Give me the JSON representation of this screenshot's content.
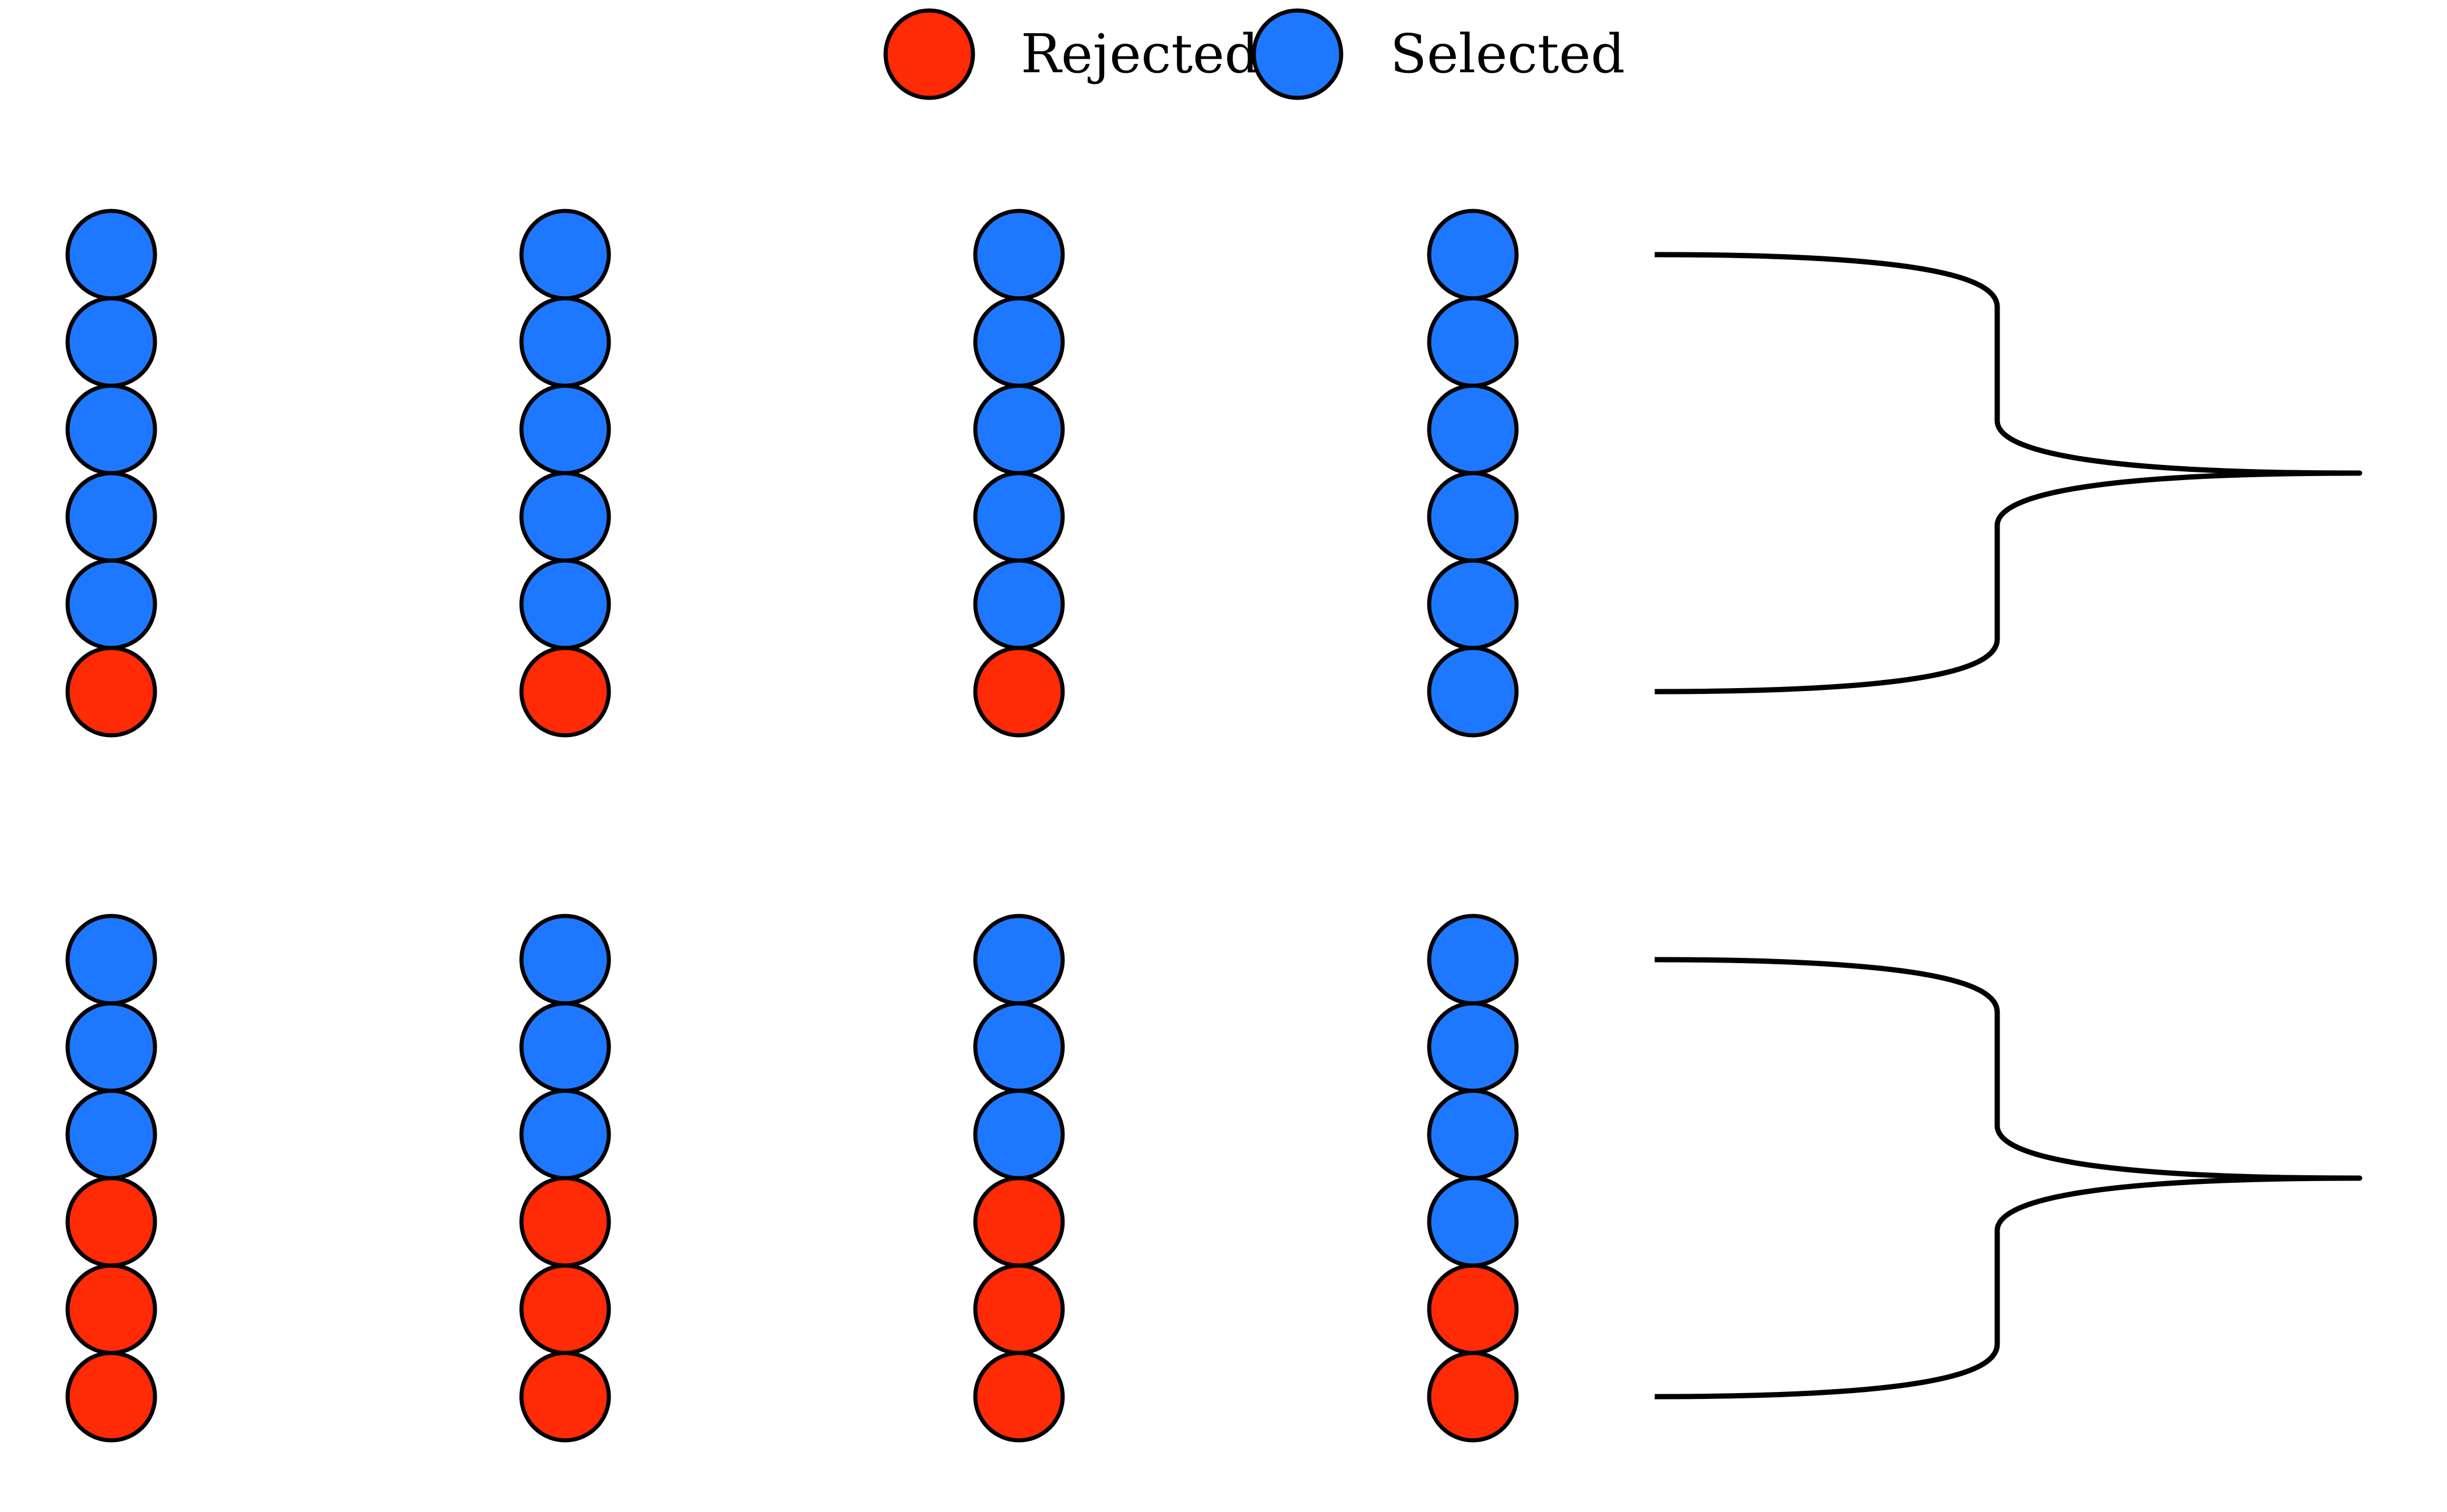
{
  "legend": {
    "items": [
      {
        "label": "Rejected",
        "status": "rejected"
      },
      {
        "label": "Selected",
        "status": "selected"
      }
    ]
  },
  "colors": {
    "rejected": "#FF2A06",
    "selected": "#1E78FF",
    "outline": "#000000"
  },
  "groups": [
    {
      "columns": [
        [
          "selected",
          "selected",
          "selected",
          "selected",
          "selected",
          "rejected"
        ],
        [
          "selected",
          "selected",
          "selected",
          "selected",
          "selected",
          "rejected"
        ],
        [
          "selected",
          "selected",
          "selected",
          "selected",
          "selected",
          "rejected"
        ],
        [
          "selected",
          "selected",
          "selected",
          "selected",
          "selected",
          "selected"
        ]
      ],
      "has_bracket": true
    },
    {
      "columns": [
        [
          "selected",
          "selected",
          "selected",
          "rejected",
          "rejected",
          "rejected"
        ],
        [
          "selected",
          "selected",
          "selected",
          "rejected",
          "rejected",
          "rejected"
        ],
        [
          "selected",
          "selected",
          "selected",
          "rejected",
          "rejected",
          "rejected"
        ],
        [
          "selected",
          "selected",
          "selected",
          "selected",
          "rejected",
          "rejected"
        ]
      ],
      "has_bracket": true
    }
  ]
}
